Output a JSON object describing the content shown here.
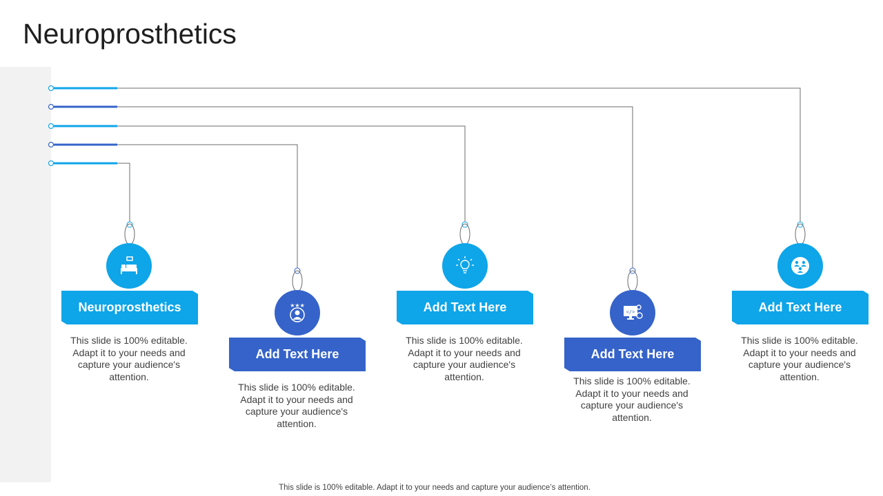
{
  "slide": {
    "title": "Neuroprosthetics",
    "footer": "This slide is 100% editable. Adapt it to your needs and capture your audience’s attention."
  },
  "colors": {
    "light_blue": "#0ea5e9",
    "dark_blue": "#3563c9",
    "wire": "#6b6b6b",
    "side_strip": "#f2f2f2"
  },
  "items": [
    {
      "label": "Neuroprosthetics",
      "description": "This slide is 100% editable. Adapt it to your needs and capture your audience's attention.",
      "icon": "hospital-bed-icon",
      "color": "#0ea5e9"
    },
    {
      "label": "Add Text Here",
      "description": "This slide is 100% editable. Adapt it to your needs and capture your audience's attention.",
      "icon": "person-rating-icon",
      "color": "#3563c9"
    },
    {
      "label": "Add Text Here",
      "description": "This slide is 100% editable. Adapt it to your needs and capture your audience's attention.",
      "icon": "brain-bulb-icon",
      "color": "#0ea5e9"
    },
    {
      "label": "Add Text Here",
      "description": "This slide is 100% editable. Adapt it to your needs and capture your audience's attention.",
      "icon": "code-monitor-icon",
      "color": "#3563c9"
    },
    {
      "label": "Add Text Here",
      "description": "This slide is 100% editable. Adapt it to your needs and capture your audience's attention.",
      "icon": "team-network-icon",
      "color": "#0ea5e9"
    }
  ]
}
